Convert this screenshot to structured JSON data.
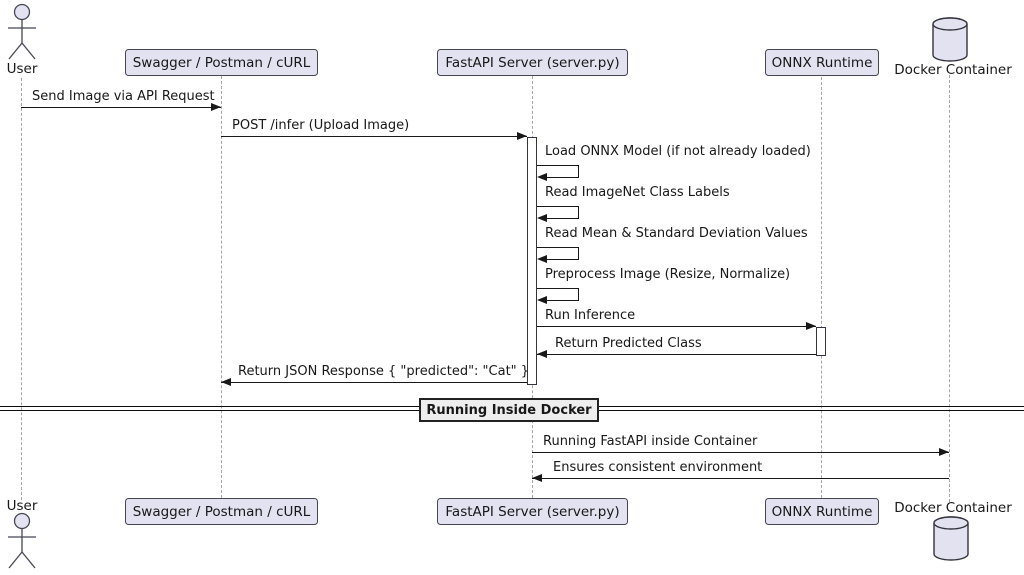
{
  "diagram_type": "uml-sequence",
  "participants": [
    {
      "id": "user",
      "label": "User",
      "kind": "actor"
    },
    {
      "id": "swagger",
      "label": "Swagger / Postman / cURL",
      "kind": "participant"
    },
    {
      "id": "fastapi",
      "label": "FastAPI Server (server.py)",
      "kind": "participant"
    },
    {
      "id": "onnx",
      "label": "ONNX Runtime",
      "kind": "participant"
    },
    {
      "id": "docker",
      "label": "Docker Container",
      "kind": "database"
    }
  ],
  "messages": [
    {
      "from": "User",
      "to": "Swagger / Postman / cURL",
      "label": "Send Image via API Request"
    },
    {
      "from": "Swagger / Postman / cURL",
      "to": "FastAPI Server (server.py)",
      "label": "POST /infer (Upload Image)"
    },
    {
      "from": "FastAPI Server (server.py)",
      "to": "FastAPI Server (server.py)",
      "label": "Load ONNX Model (if not already loaded)"
    },
    {
      "from": "FastAPI Server (server.py)",
      "to": "FastAPI Server (server.py)",
      "label": "Read ImageNet Class Labels"
    },
    {
      "from": "FastAPI Server (server.py)",
      "to": "FastAPI Server (server.py)",
      "label": "Read Mean & Standard Deviation Values"
    },
    {
      "from": "FastAPI Server (server.py)",
      "to": "FastAPI Server (server.py)",
      "label": "Preprocess Image (Resize, Normalize)"
    },
    {
      "from": "FastAPI Server (server.py)",
      "to": "ONNX Runtime",
      "label": "Run Inference"
    },
    {
      "from": "ONNX Runtime",
      "to": "FastAPI Server (server.py)",
      "label": "Return Predicted Class"
    },
    {
      "from": "FastAPI Server (server.py)",
      "to": "Swagger / Postman / cURL",
      "label": "Return JSON Response { \"predicted\": \"Cat\" }"
    },
    {
      "from": "FastAPI Server (server.py)",
      "to": "Docker Container",
      "label": "Running FastAPI inside Container"
    },
    {
      "from": "Docker Container",
      "to": "FastAPI Server (server.py)",
      "label": "Ensures consistent environment"
    }
  ],
  "divider": {
    "label": "Running Inside Docker"
  },
  "colors": {
    "participant_fill": "#E2E2F0",
    "participant_border": "#454654",
    "divider_fill": "#EEEEEE",
    "message_line": "#181818",
    "lifeline": "#A5A5A5",
    "activation_fill": "#FFFFFF",
    "background": "#FFFFFF"
  }
}
